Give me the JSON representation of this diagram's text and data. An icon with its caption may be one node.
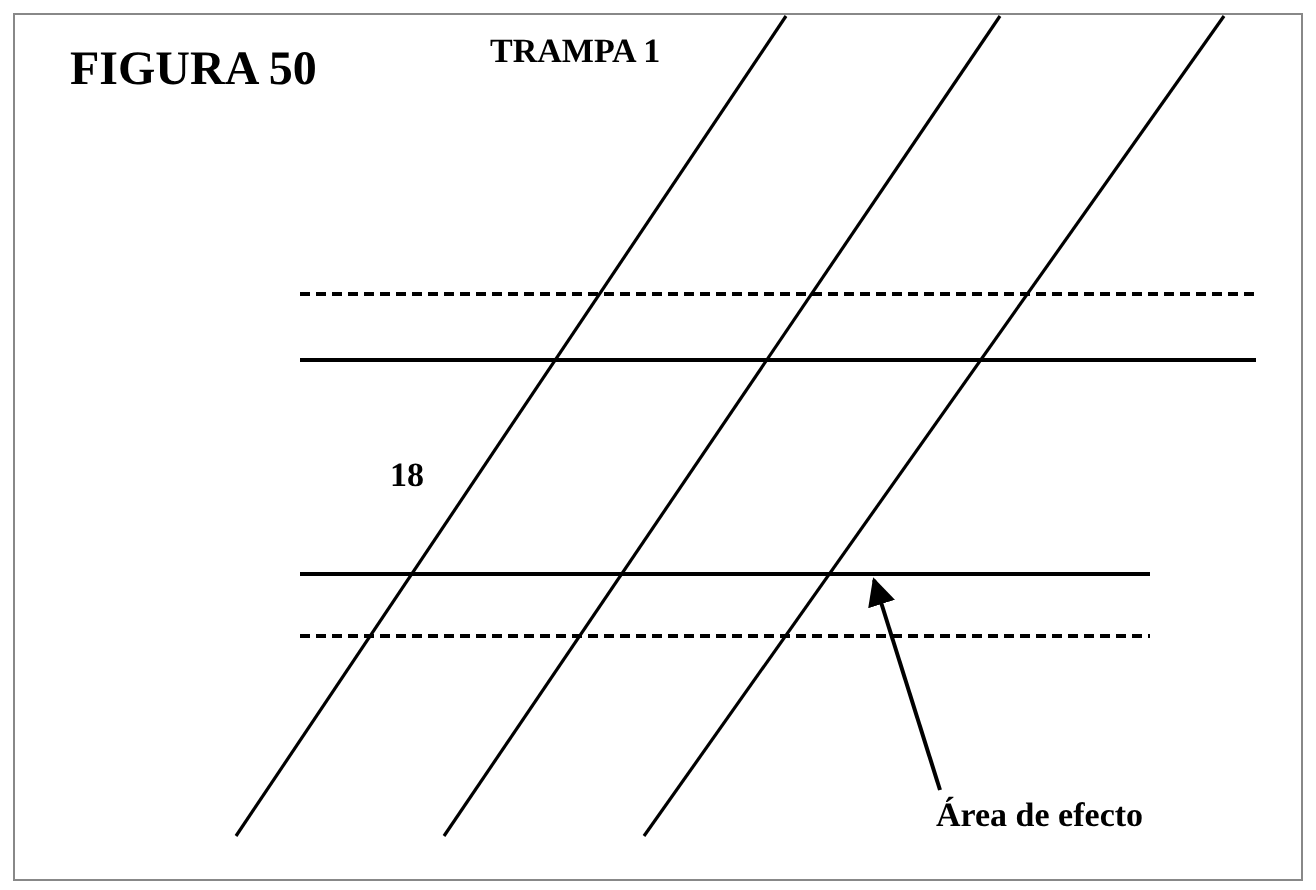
{
  "diagram": {
    "title": "FIGURA 50",
    "nodes": [
      {
        "text": [
          "Área de efecto"
        ]
      },
      {
        "text": [],
        "shape": "bar"
      }
    ],
    "edges": [
      {
        "from": 0,
        "to": 1,
        "arrow": "to"
      }
    ],
    "labels": [
      "TRAMPA 1",
      "18"
    ]
  }
}
